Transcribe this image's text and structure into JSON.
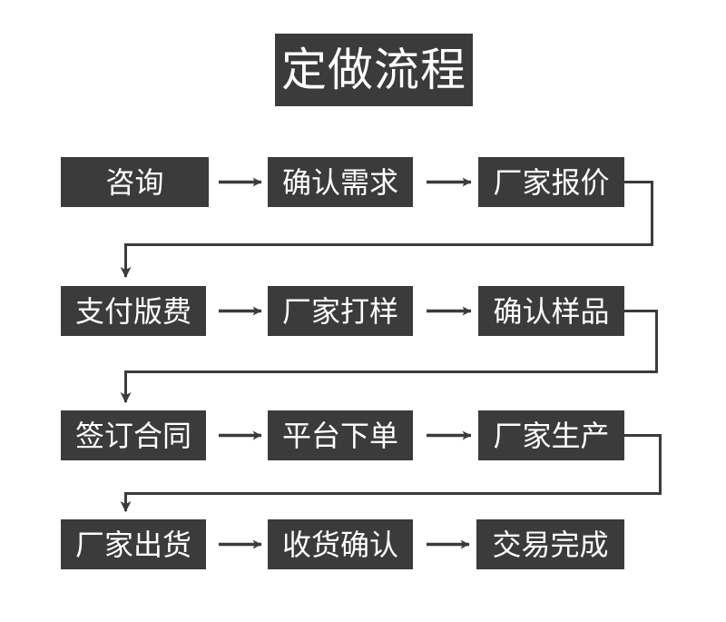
{
  "title": {
    "text": "定做流程"
  },
  "flow": {
    "rows": [
      {
        "id": "row-1",
        "nodes": [
          {
            "label": "咨询"
          },
          {
            "label": "确认需求"
          },
          {
            "label": "厂家报价"
          }
        ],
        "has_wrap_connector": true
      },
      {
        "id": "row-2",
        "nodes": [
          {
            "label": "支付版费"
          },
          {
            "label": "厂家打样"
          },
          {
            "label": "确认样品"
          }
        ],
        "has_wrap_connector": true
      },
      {
        "id": "row-3",
        "nodes": [
          {
            "label": "签订合同"
          },
          {
            "label": "平台下单"
          },
          {
            "label": "厂家生产"
          }
        ],
        "has_wrap_connector": true
      },
      {
        "id": "row-4",
        "nodes": [
          {
            "label": "厂家出货"
          },
          {
            "label": "收货确认"
          },
          {
            "label": "交易完成"
          }
        ],
        "has_wrap_connector": false
      }
    ],
    "arrow_glyph": "→",
    "step_count": 12
  },
  "colors": {
    "node_fill": "#3b3b3b",
    "node_text": "#ffffff",
    "connector": "#3b3b3b",
    "background": "#ffffff"
  }
}
